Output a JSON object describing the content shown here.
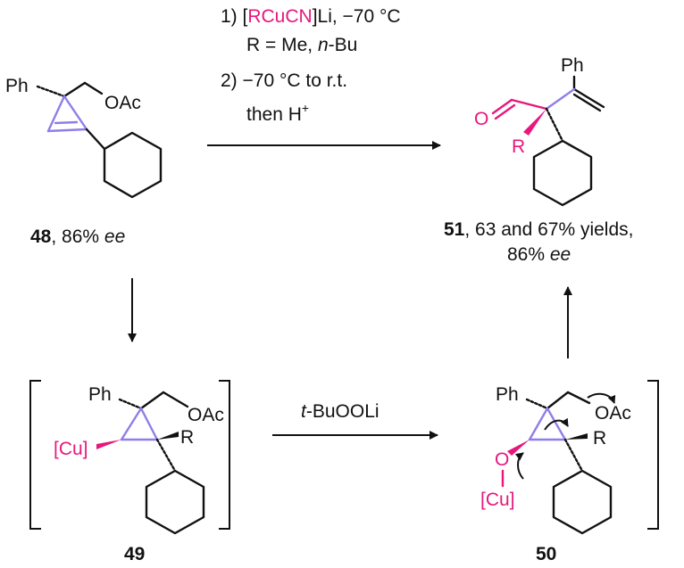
{
  "conditions": {
    "step1_prefix": "1) [",
    "step1_reagent": "RCuCN",
    "step1_suffix": "]Li, −70 °C",
    "r_def_prefix": "R = Me, ",
    "r_def_italic": "n",
    "r_def_suffix": "-Bu",
    "step2": "2) −70 °C to r.t.",
    "step3_prefix": "then H",
    "step3_sup": "+"
  },
  "compound_48": {
    "ph": "Ph",
    "oac": "OAc",
    "number": "48",
    "caption_mid": ", 86% ",
    "caption_ee": "ee"
  },
  "compound_51": {
    "ph": "Ph",
    "o": "O",
    "r": "R",
    "number": "51",
    "caption_line1": ", 63 and 67% yields,",
    "caption_line2_prefix": "86% ",
    "caption_ee": "ee"
  },
  "compound_49": {
    "ph": "Ph",
    "oac": "OAc",
    "cu": "[Cu]",
    "r": "R",
    "number": "49"
  },
  "compound_50": {
    "ph": "Ph",
    "oac": "OAc",
    "o": "O",
    "cu": "[Cu]",
    "r": "R",
    "number": "50"
  },
  "reagent_49_50": {
    "italic": "t",
    "rest": "-BuOOLi"
  },
  "colors": {
    "highlight": "#e8177d",
    "cyclopropane": "#8e7fe8",
    "text": "#111111"
  }
}
